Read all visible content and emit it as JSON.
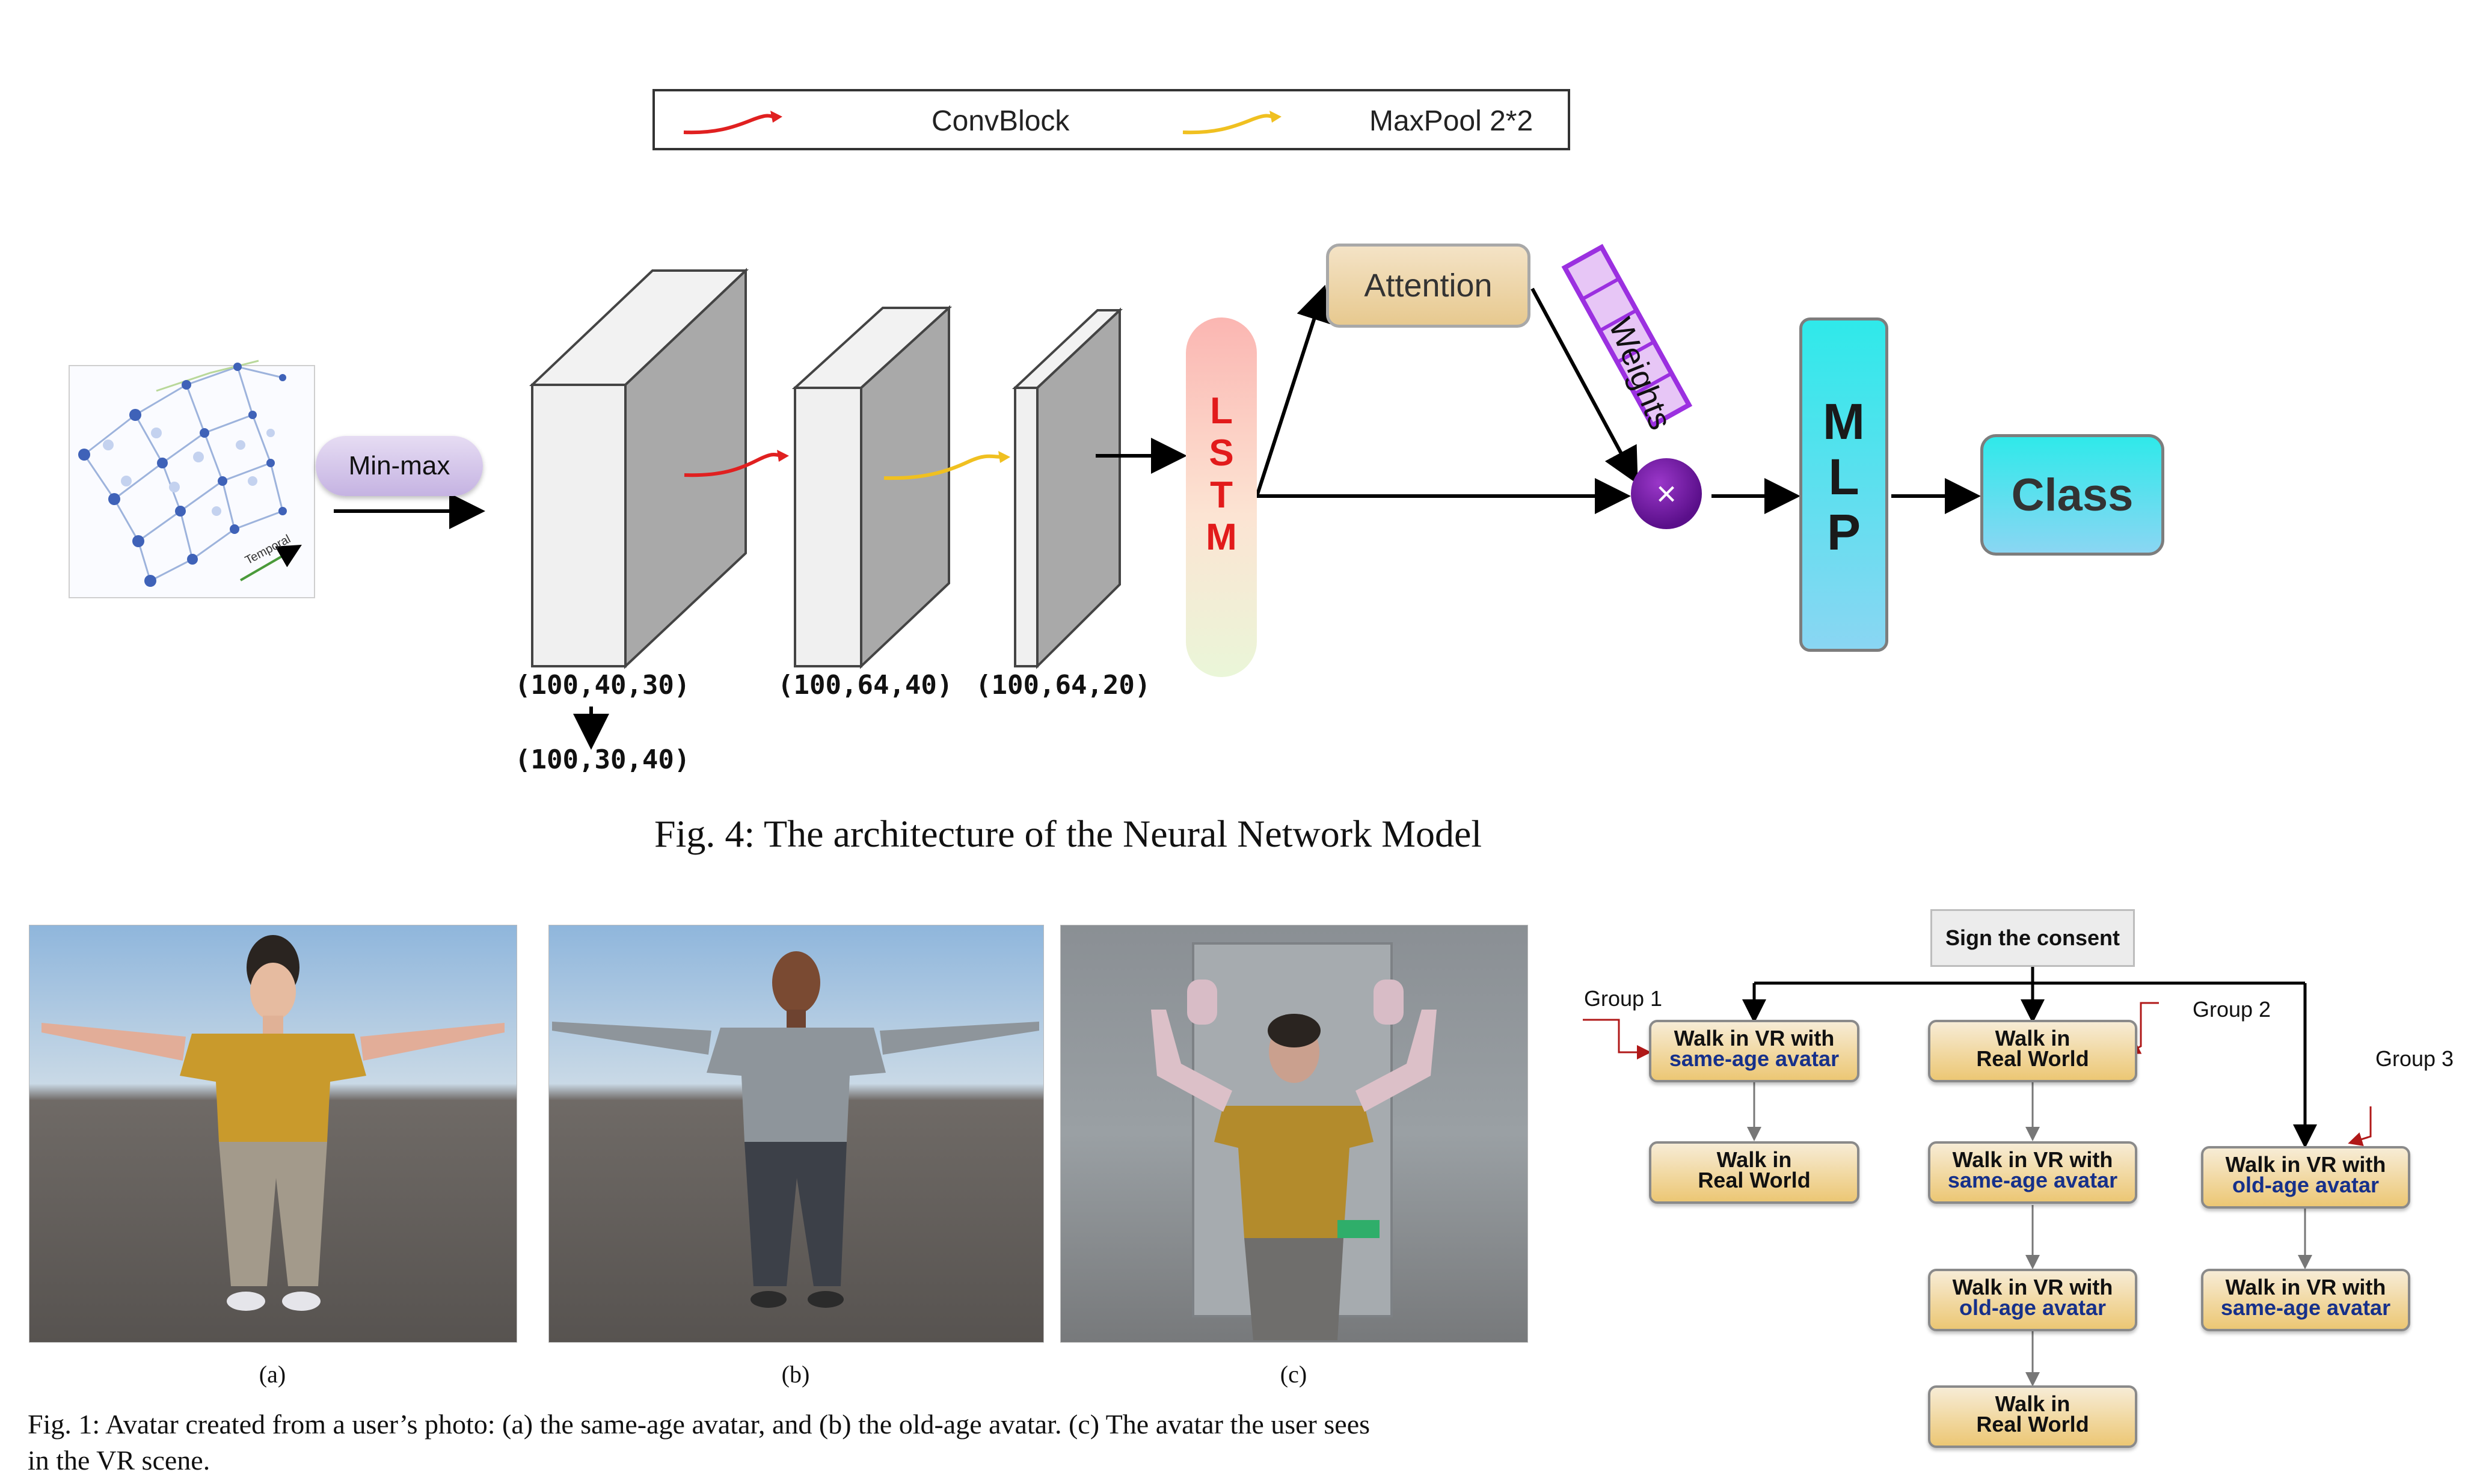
{
  "legend": {
    "convblock_label": "ConvBlock",
    "maxpool_label": "MaxPool 2*2"
  },
  "architecture": {
    "minmax_label": "Min-max",
    "temporal_label": "Temporal",
    "dims": [
      "(100,40,30)",
      "(100,30,40)",
      "(100,64,40)",
      "(100,64,20)"
    ],
    "lstm_letters": [
      "L",
      "S",
      "T",
      "M"
    ],
    "attention_label": "Attention",
    "weights_label": "Weights",
    "mlp_letters": [
      "M",
      "L",
      "P"
    ],
    "class_label": "Class",
    "multiply_symbol": "×"
  },
  "fig4_caption": "Fig. 4: The architecture of the Neural Network Model",
  "fig1": {
    "sublabels": [
      "(a)",
      "(b)",
      "(c)"
    ],
    "caption_line1": "Fig. 1: Avatar created from a user’s photo: (a) the same-age avatar, and (b) the old-age avatar. (c) The avatar the user sees",
    "caption_line2": "in the VR scene."
  },
  "flowchart": {
    "consent": "Sign the consent",
    "group1": "Group 1",
    "group2": "Group 2",
    "group3": "Group 3",
    "g1": [
      {
        "line1": "Walk in VR with",
        "line2": "same-age avatar"
      },
      {
        "line1": "Walk in",
        "line2": "Real World"
      }
    ],
    "g2": [
      {
        "line1": "Walk in",
        "line2": "Real World"
      },
      {
        "line1": "Walk in VR with",
        "line2": "same-age avatar"
      },
      {
        "line1": "Walk in VR with",
        "line2": "old-age avatar"
      },
      {
        "line1": "Walk in",
        "line2": "Real World"
      }
    ],
    "g3": [
      {
        "line1": "Walk in VR with",
        "line2": "old-age avatar"
      },
      {
        "line1": "Walk in VR with",
        "line2": "same-age avatar"
      }
    ]
  },
  "colors": {
    "convblock_arrow": "#e02020",
    "maxpool_arrow": "#f0c020",
    "weights_border": "#9b30e0"
  }
}
